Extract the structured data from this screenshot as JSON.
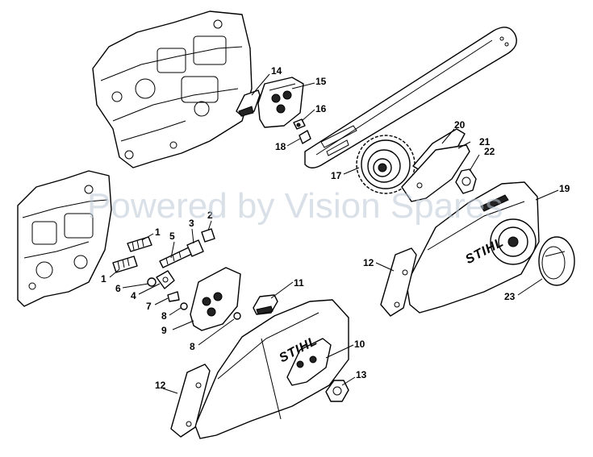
{
  "watermark": "Powered by Vision Spares",
  "brand": "STIHL",
  "callouts": [
    "14",
    "15",
    "16",
    "18",
    "20",
    "21",
    "22",
    "17",
    "19",
    "1",
    "2",
    "3",
    "5",
    "1",
    "6",
    "4",
    "7",
    "8",
    "9",
    "8",
    "11",
    "10",
    "12",
    "13",
    "12",
    "23"
  ]
}
